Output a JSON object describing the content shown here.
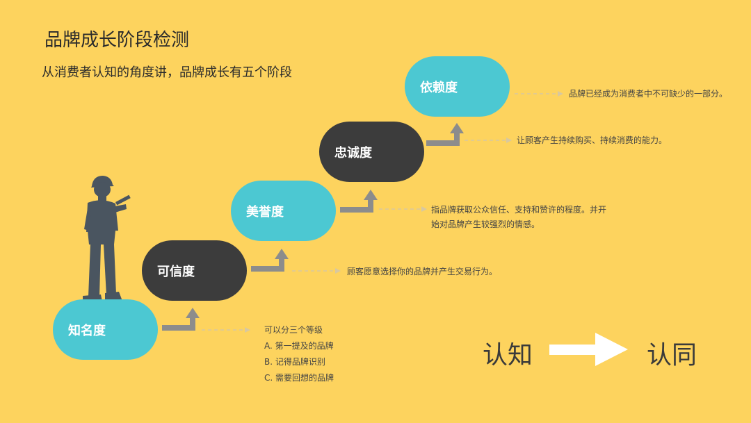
{
  "header": {
    "title": "品牌成长阶段检测",
    "subtitle": "从消费者认知的角度讲，品牌成长有五个阶段"
  },
  "stages": [
    {
      "label": "知名度",
      "desc_lines": [
        "可以分三个等级",
        "A.  第一提及的品牌",
        "B.  记得品牌识别",
        "C.  需要回想的品牌"
      ]
    },
    {
      "label": "可信度",
      "desc_lines": [
        "顾客愿意选择你的品牌并产生交易行为。"
      ]
    },
    {
      "label": "美誉度",
      "desc_lines": [
        "指品牌获取公众信任、支持和赞许的程度。并开",
        "始对品牌产生较强烈的情感。"
      ]
    },
    {
      "label": "忠诚度",
      "desc_lines": [
        "让顾客产生持续购买、持续消费的能力。"
      ]
    },
    {
      "label": "依赖度",
      "desc_lines": [
        "品牌已经成为消费者中不可缺少的一部分。"
      ]
    }
  ],
  "flow": {
    "from": "认知",
    "to": "认同"
  },
  "colors": {
    "background": "#fdd35e",
    "teal": "#4cc8d2",
    "dark": "#3c3c3c",
    "arrow": "#8c8c8c",
    "silhouette": "#4a5560"
  }
}
